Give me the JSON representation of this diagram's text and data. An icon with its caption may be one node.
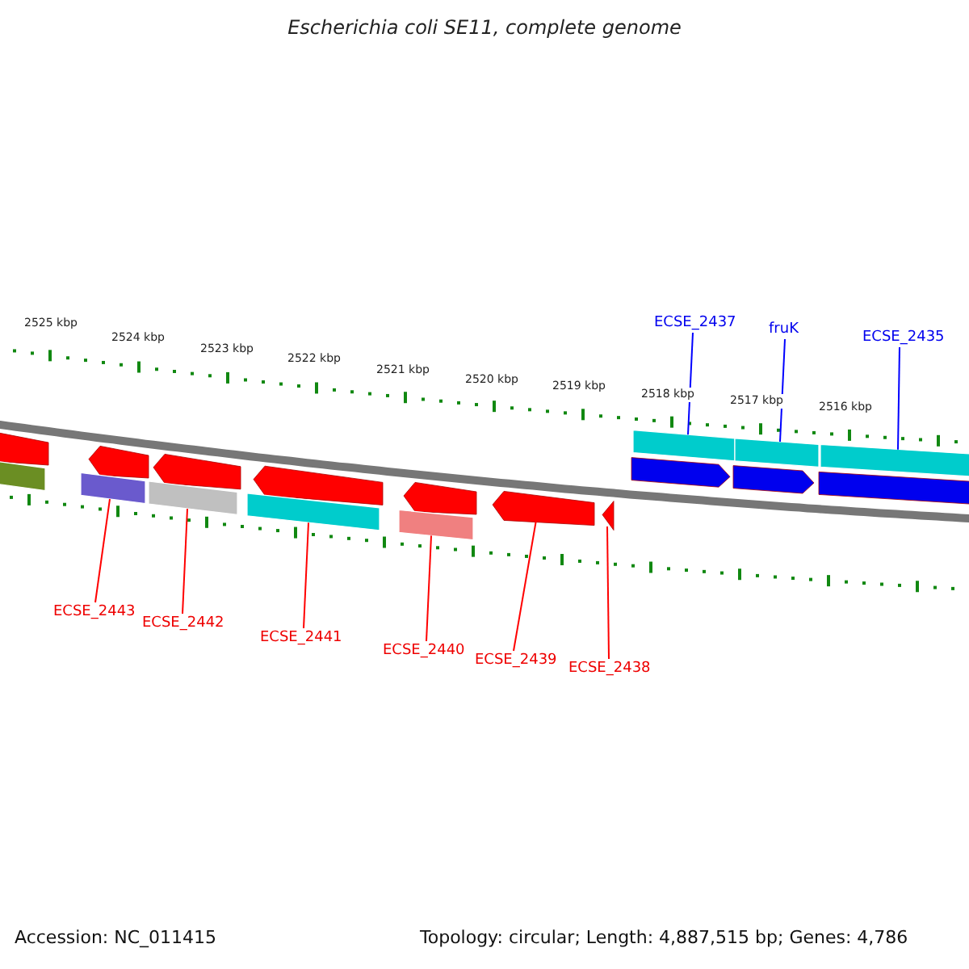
{
  "diagram": {
    "title": "Escherichia coli SE11, complete genome",
    "nodes": [
      {
        "text": [],
        "shape": "arrow"
      },
      {
        "text": [],
        "shape": "arrow"
      },
      {
        "text": [],
        "shape": "arrow"
      },
      {
        "text": [],
        "shape": "arrow"
      },
      {
        "text": [],
        "shape": "arrow"
      },
      {
        "text": [],
        "shape": "arrow"
      },
      {
        "text": [],
        "shape": "arrow"
      },
      {
        "text": [],
        "shape": "arrow"
      },
      {
        "text": [],
        "shape": "arrow"
      },
      {
        "text": [],
        "shape": "arrow"
      },
      {
        "text": [
          "ECSE_2437"
        ]
      },
      {
        "text": [
          "fruK"
        ]
      },
      {
        "text": [
          "ECSE_2435"
        ]
      },
      {
        "text": [
          "ECSE_2443"
        ]
      },
      {
        "text": [
          "ECSE_2442"
        ]
      },
      {
        "text": [
          "ECSE_2441"
        ]
      },
      {
        "text": [
          "ECSE_2440"
        ]
      },
      {
        "text": [
          "ECSE_2439"
        ]
      },
      {
        "text": [
          "ECSE_2438"
        ]
      }
    ],
    "edges": [
      {
        "from": 10,
        "to": 7,
        "arrow": "none",
        "color": "#0000ff"
      },
      {
        "from": 11,
        "to": 8,
        "arrow": "none",
        "color": "#0000ff"
      },
      {
        "from": 12,
        "to": 9,
        "arrow": "none",
        "color": "#0000ff"
      },
      {
        "from": 13,
        "to": 1,
        "arrow": "none"
      },
      {
        "from": 14,
        "to": 2,
        "arrow": "none"
      },
      {
        "from": 15,
        "to": 3,
        "arrow": "none"
      },
      {
        "from": 16,
        "to": 4,
        "arrow": "none"
      },
      {
        "from": 17,
        "to": 5,
        "arrow": "none"
      },
      {
        "from": 18,
        "to": 6,
        "arrow": "none"
      }
    ],
    "labels": [
      "2525 kbp",
      "2524 kbp",
      "2523 kbp",
      "2522 kbp",
      "2521 kbp",
      "2520 kbp",
      "2519 kbp",
      "2518 kbp",
      "2517 kbp",
      "2516 kbp",
      "Accession: NC_011415",
      "Topology: circular; Length: 4,887,515 bp; Genes: 4,786"
    ]
  }
}
